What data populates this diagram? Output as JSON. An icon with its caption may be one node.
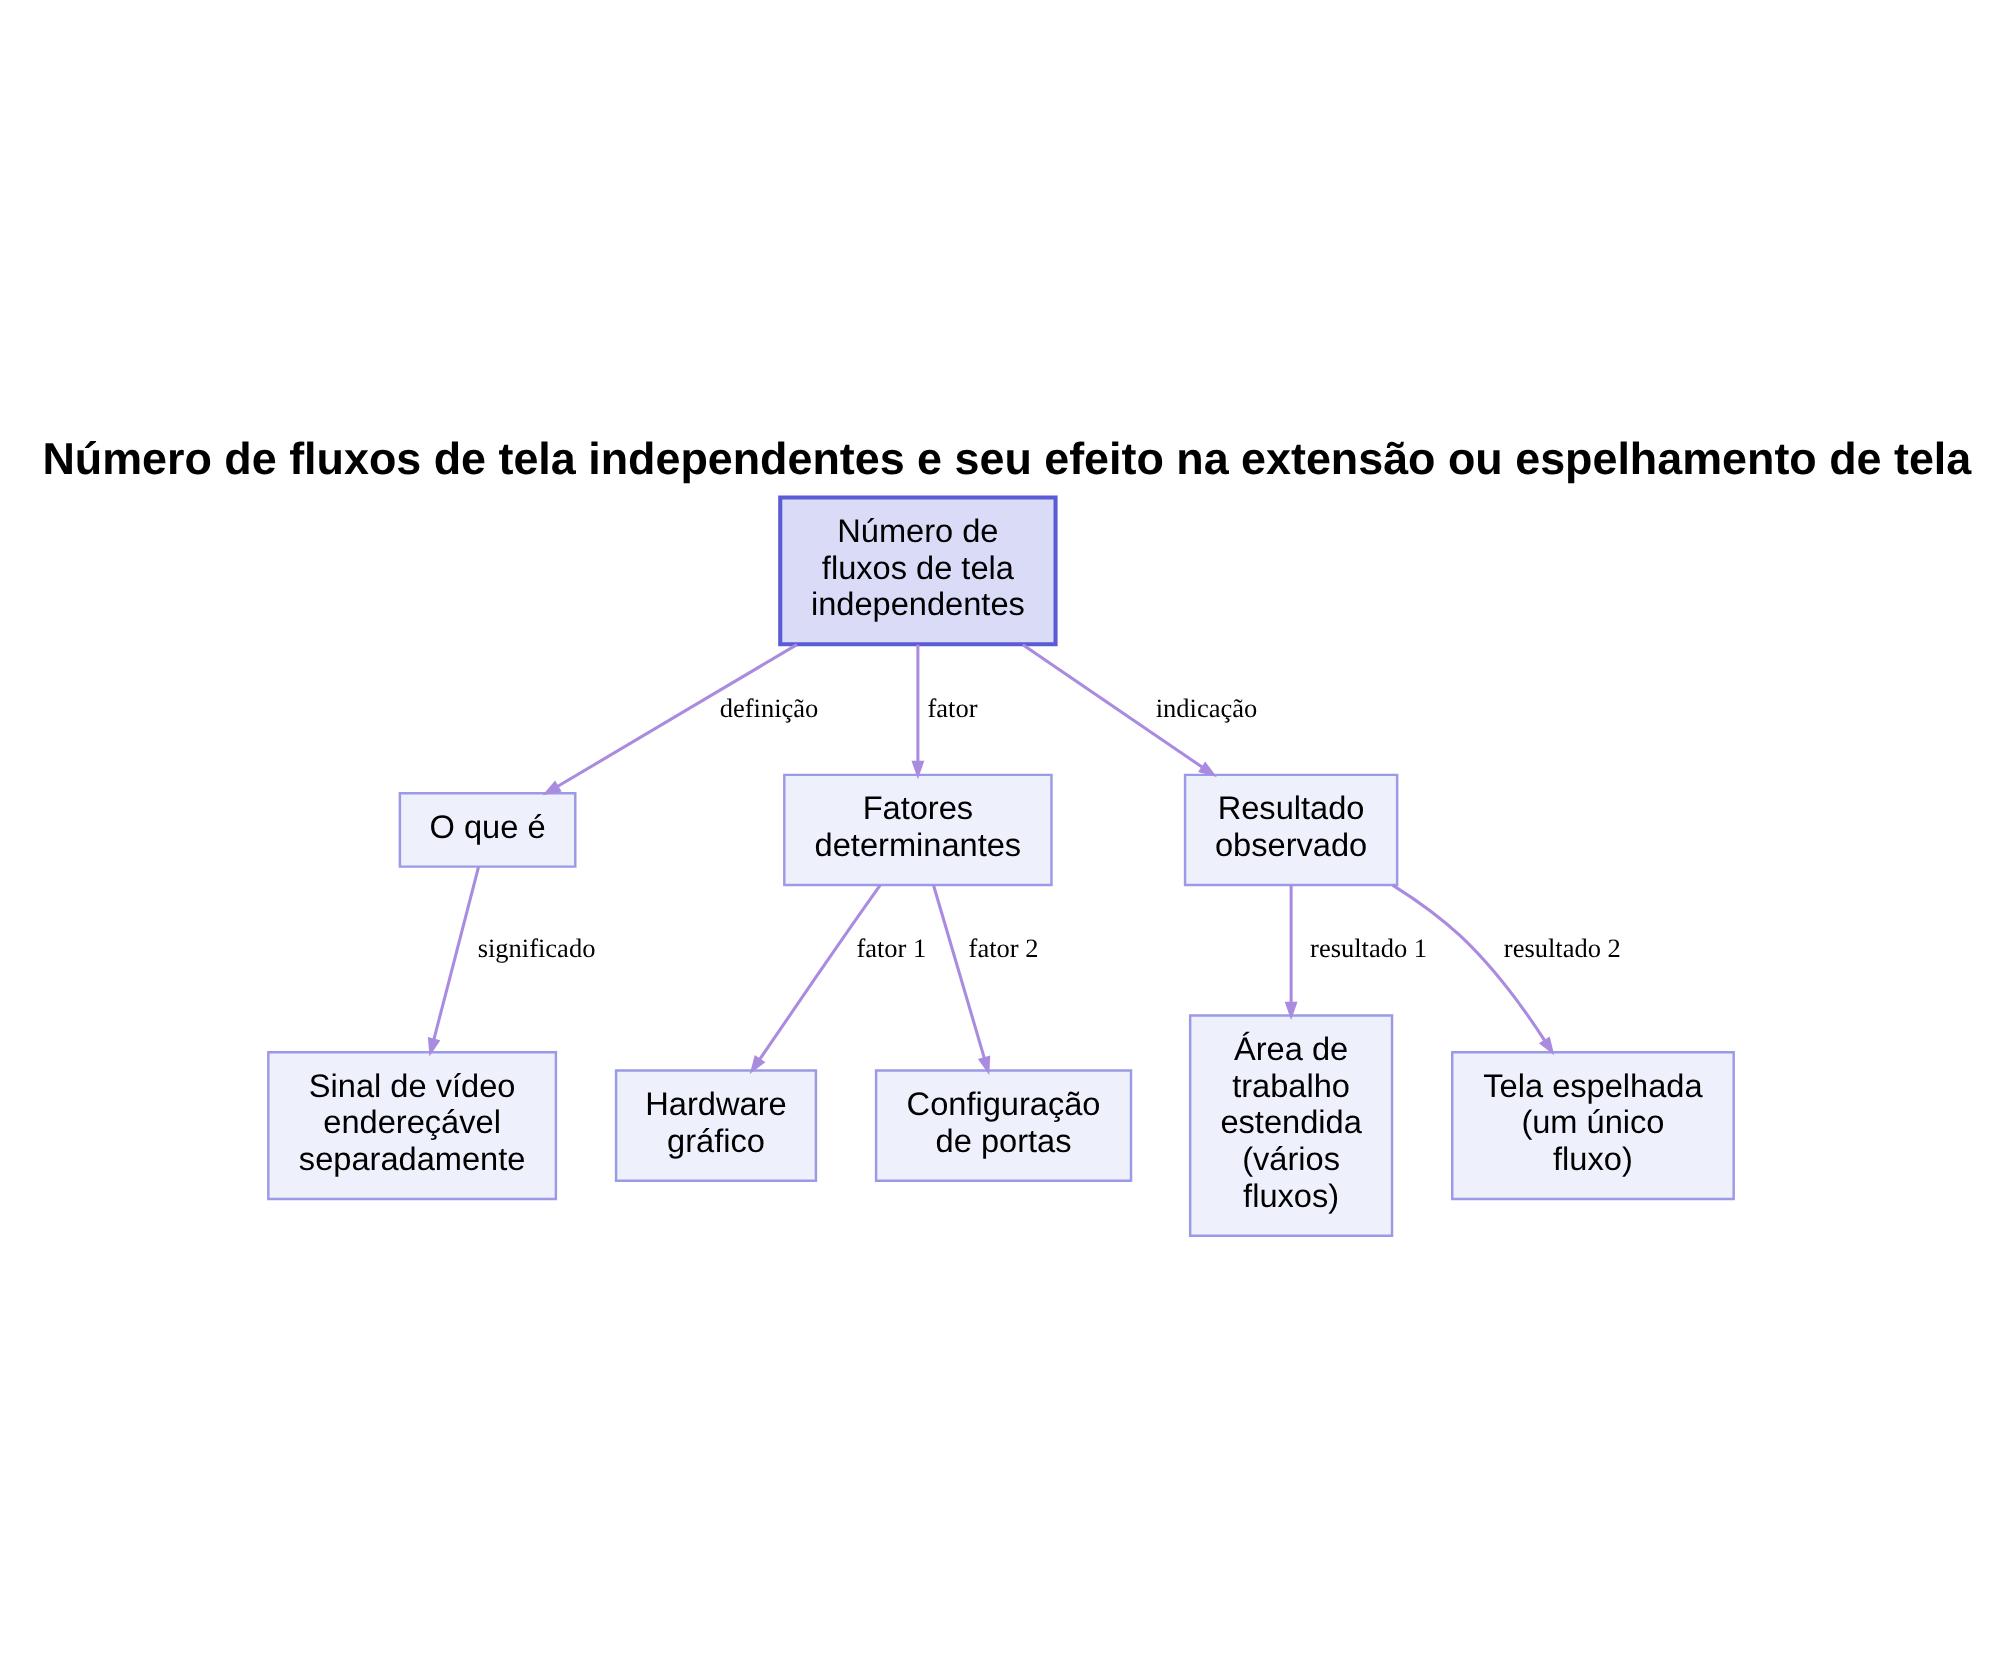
{
  "diagram": {
    "title": "Número de fluxos de tela independentes e seu efeito na extensão ou espelhamento de tela",
    "nodes": [
      {
        "text": [
          "Número de fluxos de tela independentes"
        ]
      },
      {
        "text": [
          "O que é"
        ]
      },
      {
        "text": [
          "Fatores determinantes"
        ]
      },
      {
        "text": [
          "Resultado observado"
        ]
      },
      {
        "text": [
          "Sinal de vídeo endereçável separadamente"
        ]
      },
      {
        "text": [
          "Hardware gráfico"
        ]
      },
      {
        "text": [
          "Configuração de portas"
        ]
      },
      {
        "text": [
          "Área de trabalho estendida (vários fluxos)"
        ]
      },
      {
        "text": [
          "Tela espelhada (um único fluxo)"
        ]
      }
    ],
    "edges": [
      {
        "from": 0,
        "to": 1,
        "arrow": "to",
        "label": "definição"
      },
      {
        "from": 0,
        "to": 2,
        "arrow": "to",
        "label": "fator"
      },
      {
        "from": 0,
        "to": 3,
        "arrow": "to",
        "label": "indicação"
      },
      {
        "from": 1,
        "to": 4,
        "arrow": "to",
        "label": "significado"
      },
      {
        "from": 2,
        "to": 5,
        "arrow": "to",
        "label": "fator 1"
      },
      {
        "from": 2,
        "to": 6,
        "arrow": "to",
        "label": "fator 2"
      },
      {
        "from": 3,
        "to": 7,
        "arrow": "to",
        "label": "resultado 1"
      },
      {
        "from": 3,
        "to": 8,
        "arrow": "to",
        "label": "resultado 2"
      }
    ]
  }
}
